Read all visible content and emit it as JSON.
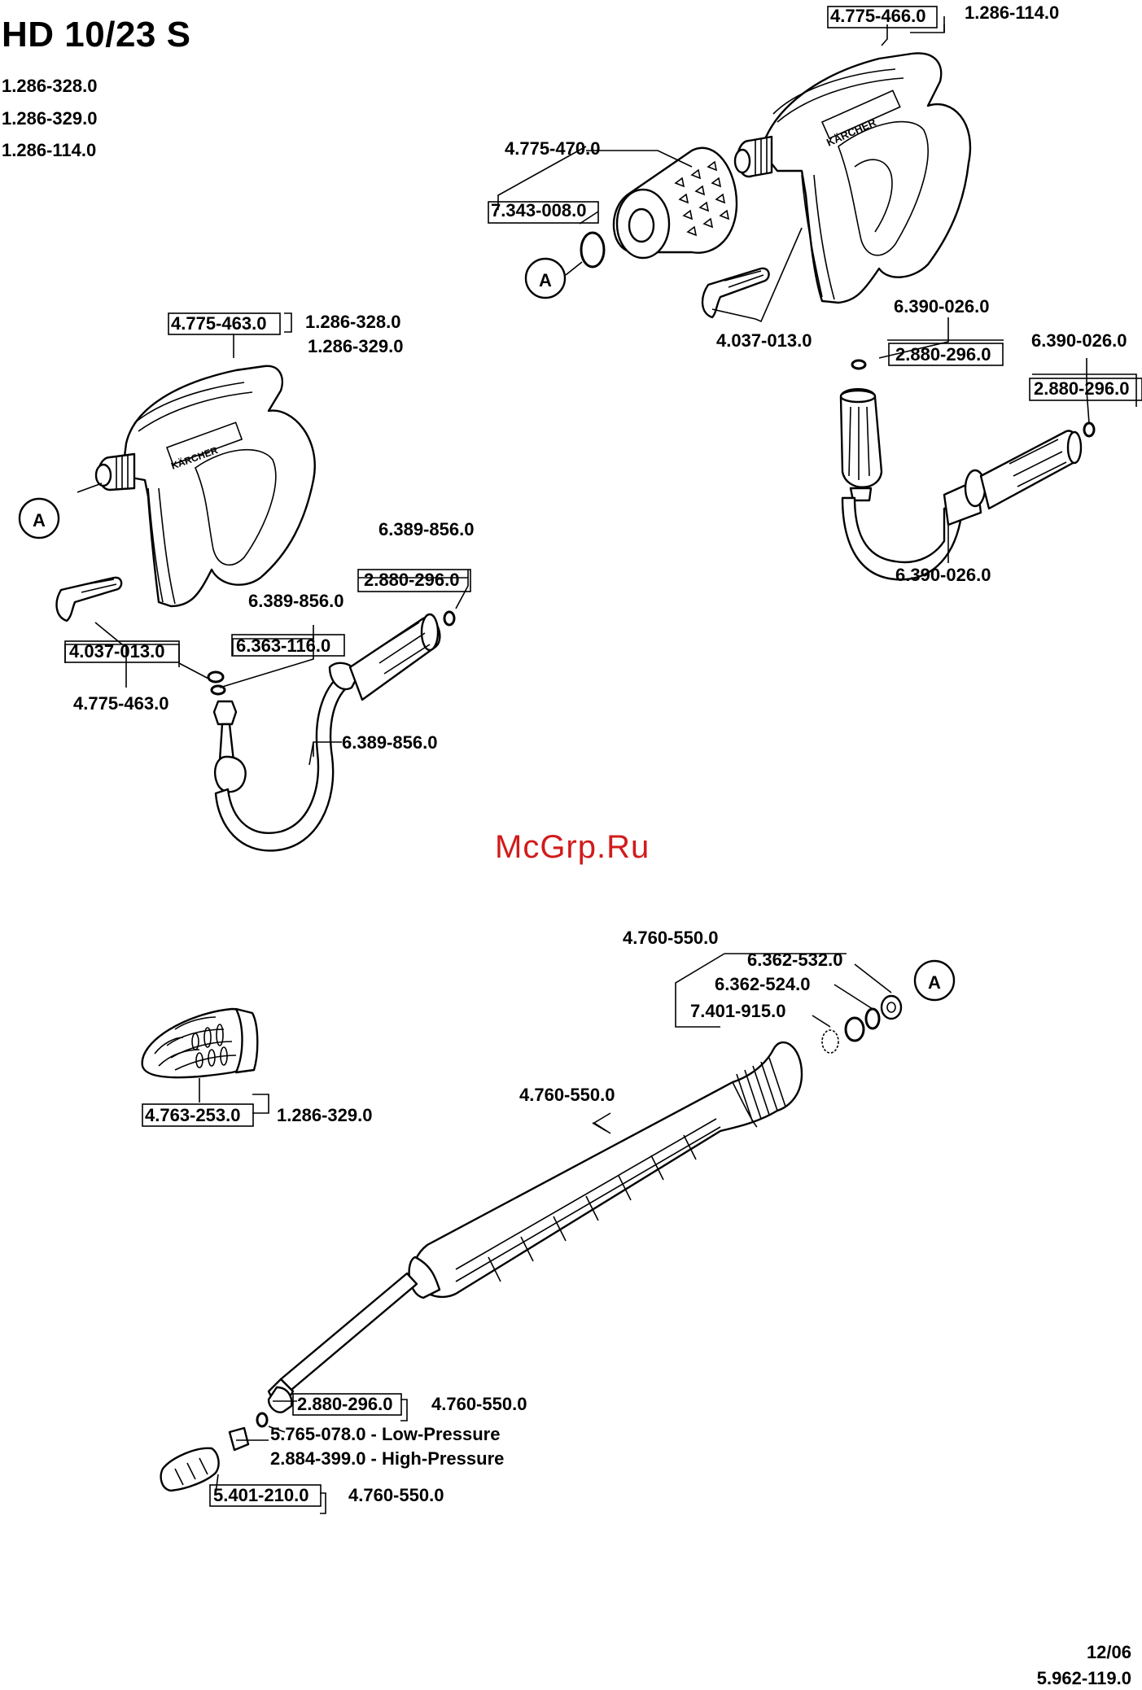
{
  "header": {
    "title": "HD 10/23 S",
    "models": [
      "1.286-328.0",
      "1.286-329.0",
      "1.286-114.0"
    ]
  },
  "watermark": "McGrp.Ru",
  "footer": {
    "date": "12/06",
    "doc_number": "5.962-119.0"
  },
  "callouts": {
    "top_right_gun": {
      "gun": "4.775-466.0",
      "gun_model": "1.286-114.0",
      "sleeve": "4.775-470.0",
      "circlip": "7.343-008.0",
      "connector_ref": "A",
      "trigger_lock": "4.037-013.0",
      "hose_set": "6.390-026.0",
      "hose_seal": "2.880-296.0",
      "hose_set_2": "6.390-026.0",
      "hose_seal_2": "2.880-296.0",
      "hose_bottom": "6.390-026.0"
    },
    "left_gun": {
      "gun": "4.775-463.0",
      "gun_models": [
        "1.286-328.0",
        "1.286-329.0"
      ],
      "connector_ref": "A",
      "trigger_lock": "4.037-013.0",
      "trigger_lock_parent": "4.775-463.0",
      "hose_set_top": "6.389-856.0",
      "hose_seal": "2.880-296.0",
      "hose_set_mid": "6.389-856.0",
      "hose_oring": "6.363-116.0",
      "hose_set_bottom": "6.389-856.0"
    },
    "nozzle": {
      "part": "4.763-253.0",
      "model": "1.286-329.0"
    },
    "lance": {
      "set": "4.760-550.0",
      "washer": "6.362-532.0",
      "oring": "6.362-524.0",
      "support_ring": "7.401-915.0",
      "connector_ref": "A",
      "grip": "4.760-550.0",
      "seal": "2.880-296.0",
      "seal_parent": "4.760-550.0",
      "nozzle_low": "5.765-078.0 - Low-Pressure",
      "nozzle_high": "2.884-399.0 - High-Pressure",
      "cap": "5.401-210.0",
      "cap_parent": "4.760-550.0"
    }
  }
}
